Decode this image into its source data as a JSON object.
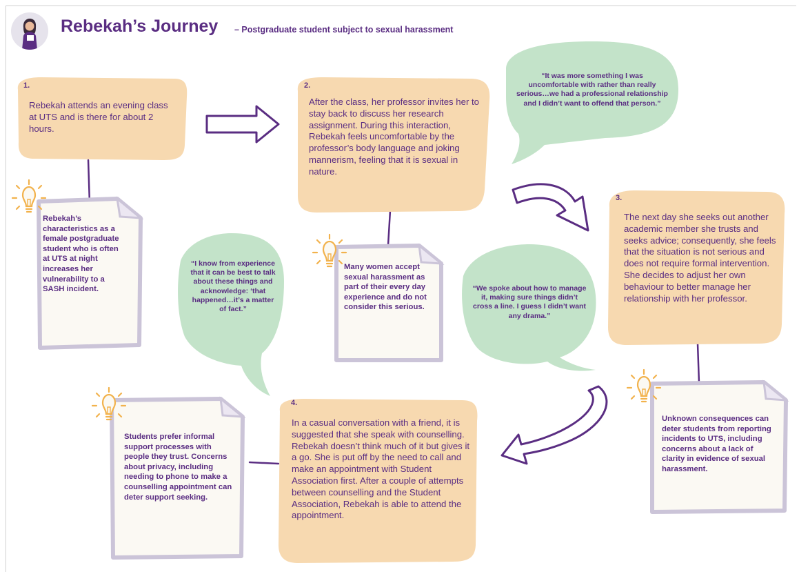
{
  "header": {
    "title": "Rebekah’s Journey",
    "subtitle": "– Postgraduate student subject to sexual harassment"
  },
  "steps": [
    {
      "number": "1.",
      "text": "Rebekah attends an evening class at UTS and is there for about 2 hours."
    },
    {
      "number": "2.",
      "text": "After the class, her professor invites her to stay back to discuss her research assignment. During this interaction, Rebekah feels uncomfortable by the professor’s body language and joking mannerism, feeling that it is sexual in nature."
    },
    {
      "number": "3.",
      "text": "The next day she seeks out another academic member she trusts and seeks advice; consequently, she feels that the situation is not serious and does not require formal intervention. She decides to adjust her own behaviour to better manage her relationship with her professor."
    },
    {
      "number": "4.",
      "text": "In a casual conversation with a friend, it is suggested that she speak with counselling. Rebekah doesn’t think much of it but gives it a go. She is put off by the need to call and make an appointment with Student Association first. After a couple of attempts between counselling and the Student Association, Rebekah is able to attend the appointment."
    }
  ],
  "insights": [
    {
      "text": "Rebekah’s characteristics as a female postgraduate student who is often at UTS at night increases her vulnerability to a SASH incident."
    },
    {
      "text": "Many women accept sexual harassment as part of their every day experience and do not consider this serious."
    },
    {
      "text": "Unknown consequences can deter students from reporting incidents to UTS, including concerns about a lack of clarity in evidence of sexual harassment."
    },
    {
      "text": "Students prefer informal support processes with people they trust. Concerns about privacy, including needing to phone to make a counselling appointment can deter support seeking."
    }
  ],
  "quotes": [
    {
      "text": "“It was more something I was uncomfortable with rather than really serious…we had a professional relationship and I didn’t want to offend that person.”"
    },
    {
      "text": "“I know from experience that it can be best to talk about these things and acknowledge: ‘that happened…it’s a matter of fact.”"
    },
    {
      "text": "“We spoke about how to manage it, making sure things didn’t cross a line. I guess I didn’t want any drama.”"
    }
  ],
  "colors": {
    "purple": "#5a2d82",
    "step_box": "#f7d9b0",
    "quote_bubble": "#c3e3c9",
    "note_paper": "#fbf9f3",
    "note_border": "#cbc4d8",
    "bulb": "#f2b24c"
  },
  "icons": [
    "avatar",
    "lightbulb-icon",
    "arrow-icon"
  ]
}
